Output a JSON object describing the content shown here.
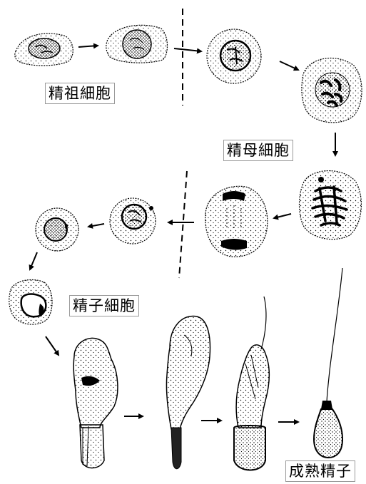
{
  "labels": {
    "spermatogonia": "精祖細胞",
    "spermatocyte": "精母細胞",
    "spermatid": "精子細胞",
    "mature_sperm": "成熟精子"
  },
  "colors": {
    "ink": "#000000",
    "background": "#ffffff",
    "box_border": "#9a9a9a"
  }
}
